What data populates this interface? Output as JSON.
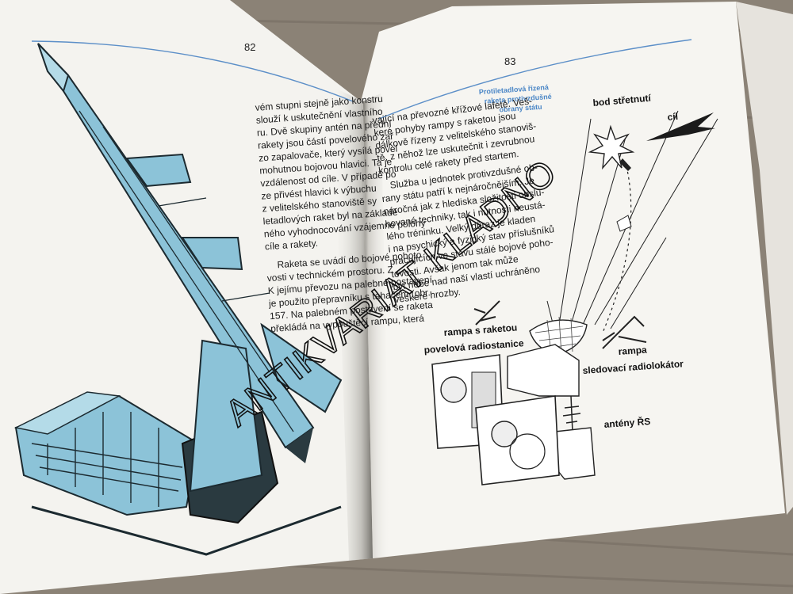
{
  "book": {
    "left_page": {
      "page_number": "82",
      "lines": [
        "vém stupni stejně jako konstru",
        "slouží k uskutečnění vlastního",
        "ru. Dvě skupiny antén na přední",
        "rakety jsou částí povelového zař",
        "zo zapalovače, který vysílá povel",
        "mohutnou bojovou hlavici. Ta je",
        "vzdálenost od cíle. V případě po",
        "ze přivést hlavici k výbuchu",
        "z velitelského stanoviště sy",
        "letadlových raket byl na základě",
        "ného vyhodnocování vzájemné polohy",
        "cíle a rakety.",
        "Raketa se uvádí do bojové pohoto",
        "vosti v technickém prostoru. Z",
        "K jejímu převozu na palebné postavení",
        "je použito přepravníku s tahačem (obr.",
        "157. Na palebném postavení se raketa",
        "překládá na vypouštěcí rampu, která"
      ]
    },
    "right_page": {
      "page_number": "83",
      "side_note": [
        "Protiletadlová řízená",
        "raketa protivzdušné",
        "obrany státu"
      ],
      "lines": [
        "vající na převozné křížové lafetě. Veš-",
        "keré pohyby rampy s raketou jsou",
        "dálkově řízeny z velitelského stanoviš-",
        "tě, z něhož lze uskutečnit i zevrubnou",
        "kontrolu celé rakety před startem.",
        "Služba u jednotek protivzdušné ob-",
        "rany státu patří k nejnáročnějším. Je",
        "náročná jak z hlediska složitosti obslu-",
        "hované techniky, tak i nutnosti neustá-",
        "lého tréninku. Velký důraz je kladen",
        "i na psychický a fyzický stav příslušníků",
        "pracujících ve stavu stálé bojové poho-",
        "tovosti. Avšak jenom tak může",
        "být nebe nad naší vlastí uchráněno",
        "veškeré hrozby."
      ]
    }
  },
  "diagram_labels": {
    "bod_stretnuti": "bod střetnutí",
    "cil": "cíl",
    "rampa_s_raketou": "rampa s raketou",
    "povelova_radiostanice": "povelová radiostanice",
    "rampa": "rampa",
    "sledovaci_radiolokator": "sledovací radiolokátor",
    "anteny_rs": "antény ŘS"
  },
  "watermark": "ANTIKVARIAT KLADNO",
  "colors": {
    "paper": "#f4f3ef",
    "missile_blue": "#8cc3d8",
    "accent_blue": "#4a86c6",
    "ink": "#1b1b1b"
  }
}
